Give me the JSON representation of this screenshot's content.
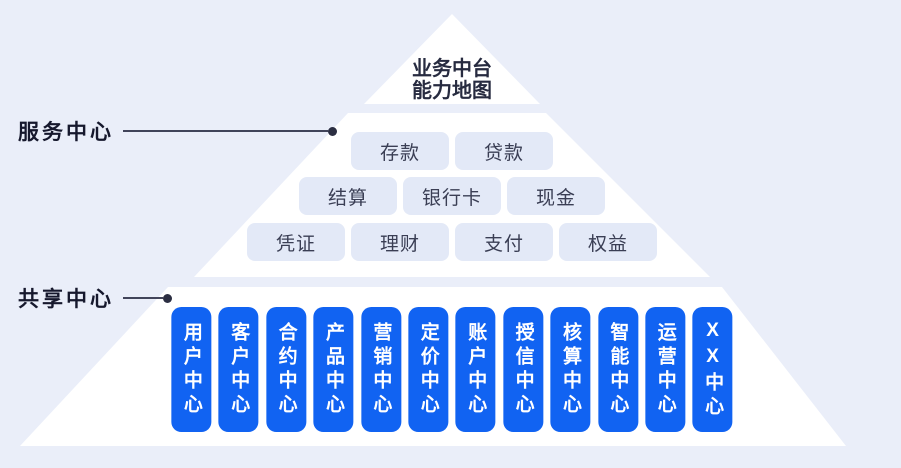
{
  "diagram": {
    "title_line1": "业务中台",
    "title_line2": "能力地图"
  },
  "callouts": {
    "service_center": "服务中心",
    "shared_center": "共享中心"
  },
  "service_rows": [
    {
      "items": [
        "存款",
        "贷款"
      ]
    },
    {
      "items": [
        "结算",
        "银行卡",
        "现金"
      ]
    },
    {
      "items": [
        "凭证",
        "理财",
        "支付",
        "权益"
      ]
    }
  ],
  "shared_centers": [
    "用户中心",
    "客户中心",
    "合约中心",
    "产品中心",
    "营销中心",
    "定价中心",
    "账户中心",
    "授信中心",
    "核算中心",
    "智能中心",
    "运营中心",
    "XX中心"
  ],
  "colors": {
    "background": "#EAEEF9",
    "pyramid_fill": "#FFFFFF",
    "chip_fill": "#E3E9F7",
    "chip_text": "#3A3E54",
    "pill_fill": "#1163F2",
    "pill_text": "#FFFFFF",
    "label_text": "#16182D",
    "connector": "#2B2E42"
  }
}
